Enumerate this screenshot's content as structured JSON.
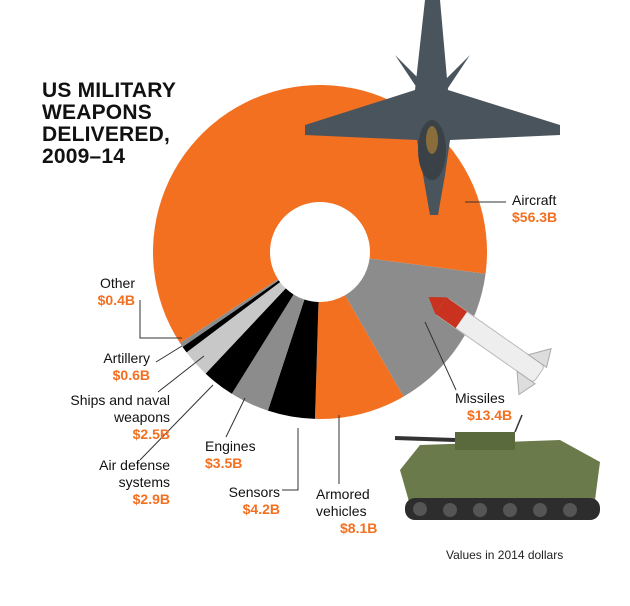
{
  "chart_data": {
    "type": "pie",
    "title": "US MILITARY WEAPONS DELIVERED, 2009–14",
    "note": "Values in 2014 dollars",
    "unit": "billion USD",
    "slices": [
      {
        "label": "Aircraft",
        "value": 56.3,
        "display": "$56.3B",
        "color": "#f37021"
      },
      {
        "label": "Missiles",
        "value": 13.4,
        "display": "$13.4B",
        "color": "#8c8c8c"
      },
      {
        "label": "Armored vehicles",
        "value": 8.1,
        "display": "$8.1B",
        "color": "#f37021"
      },
      {
        "label": "Sensors",
        "value": 4.2,
        "display": "$4.2B",
        "color": "#000000"
      },
      {
        "label": "Engines",
        "value": 3.5,
        "display": "$3.5B",
        "color": "#8c8c8c"
      },
      {
        "label": "Air defense systems",
        "value": 2.9,
        "display": "$2.9B",
        "color": "#000000"
      },
      {
        "label": "Ships and naval weapons",
        "value": 2.5,
        "display": "$2.5B",
        "color": "#c8c8c8"
      },
      {
        "label": "Artillery",
        "value": 0.6,
        "display": "$0.6B",
        "color": "#000000"
      },
      {
        "label": "Other",
        "value": 0.4,
        "display": "$0.4B",
        "color": "#8c8c8c"
      }
    ]
  }
}
